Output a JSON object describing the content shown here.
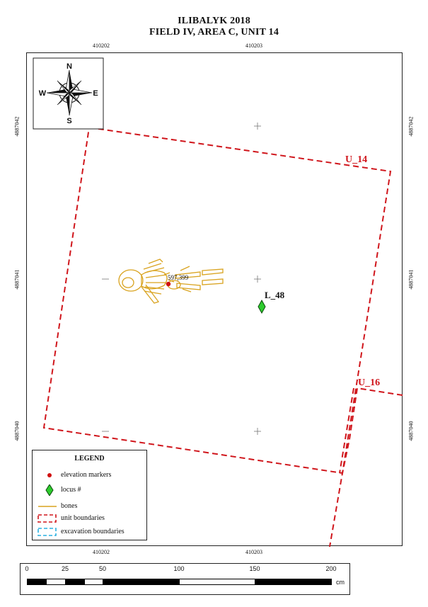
{
  "title": {
    "line1": "ILIBALYK 2018",
    "line2": "FIELD IV, AREA C, UNIT 14"
  },
  "grid": {
    "x_labels": [
      "410202",
      "410203"
    ],
    "y_labels": [
      "4887042",
      "4887041",
      "4887040"
    ]
  },
  "compass": {
    "north": "N",
    "south": "S",
    "east": "E",
    "west": "W"
  },
  "map_labels": {
    "unit_14": "U_14",
    "unit_16": "U_16",
    "locus": "L_48",
    "elevation": "597,399"
  },
  "legend": {
    "title": "LEGEND",
    "items": [
      {
        "label": "elevation markers",
        "symbol": "red-dot-icon"
      },
      {
        "label": "locus #",
        "symbol": "green-diamond-icon"
      },
      {
        "label": "bones",
        "symbol": "orange-line-icon"
      },
      {
        "label": "unit boundaries",
        "symbol": "red-dashed-box-icon"
      },
      {
        "label": "excavation boundaries",
        "symbol": "blue-dashed-box-icon"
      }
    ]
  },
  "scale": {
    "ticks": [
      "0",
      "25",
      "50",
      "100",
      "150",
      "200"
    ],
    "unit": "cm"
  },
  "colors": {
    "unit_boundary": "#d0161c",
    "bones": "#d9a31f",
    "locus": "#2ecc2e",
    "elevation": "#d01010",
    "excavation": "#2ab0e0"
  }
}
